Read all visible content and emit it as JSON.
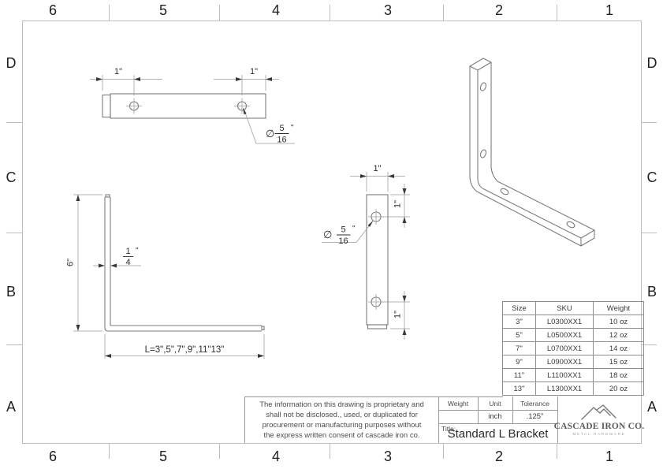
{
  "border": {
    "columns_top": [
      "6",
      "5",
      "4",
      "3",
      "2",
      "1"
    ],
    "columns_bottom": [
      "6",
      "5",
      "4",
      "3",
      "2",
      "1"
    ],
    "rows_left": [
      "D",
      "C",
      "B",
      "A"
    ],
    "rows_right": [
      "D",
      "C",
      "B",
      "A"
    ]
  },
  "views": {
    "top": {
      "dim_left": "1\"",
      "dim_right": "1\"",
      "callout": {
        "symbol": "∅",
        "numerator": "5",
        "denominator": "16",
        "suffix": "\""
      }
    },
    "side": {
      "height": "6\"",
      "thickness": {
        "numerator": "1",
        "denominator": "4",
        "suffix": "\""
      },
      "length": "L=3\",5\",7\",9\",11\"13\""
    },
    "front": {
      "width": "1\"",
      "top_offset": "1\"",
      "bottom_offset": "1\"",
      "callout": {
        "symbol": "∅",
        "numerator": "5",
        "denominator": "16",
        "suffix": "\""
      }
    }
  },
  "size_table": {
    "headers": [
      "Size",
      "SKU",
      "Weight"
    ],
    "rows": [
      [
        "3\"",
        "L0300XX1",
        "10 oz"
      ],
      [
        "5\"",
        "L0500XX1",
        "12 oz"
      ],
      [
        "7\"",
        "L0700XX1",
        "14 oz"
      ],
      [
        "9\"",
        "L0900XX1",
        "15 oz"
      ],
      [
        "11\"",
        "L1100XX1",
        "18 oz"
      ],
      [
        "13\"",
        "L1300XX1",
        "20 oz"
      ]
    ]
  },
  "notes": {
    "line1": "The information on this drawing is proprietary and",
    "line2": "shall not be disclosed., used, or duplicated for",
    "line3": "procurement or manufacturing purposes without",
    "line4": "the express written consent of cascade iron co."
  },
  "title_block": {
    "weight_header": "Weight",
    "unit_header": "Unit",
    "tolerance_header": "Tolerance",
    "weight_value": "",
    "unit_value": "inch",
    "tolerance_value": ".125\"",
    "title_label": "Title:",
    "title_value": "Standard L Bracket"
  },
  "logo": {
    "name": "CASCADE IRON CO.",
    "tagline": "METAL HARDWARE"
  },
  "colors": {
    "part_line": "#7c7c7c",
    "dim_line": "#9b9b9b",
    "arrow": "#383838",
    "dim_text": "#2d2d2d",
    "frame_line": "#bdbdbd",
    "table_line": "#8f8f8f",
    "text": "#3a3a3a",
    "logo": "#5c5c5c"
  }
}
